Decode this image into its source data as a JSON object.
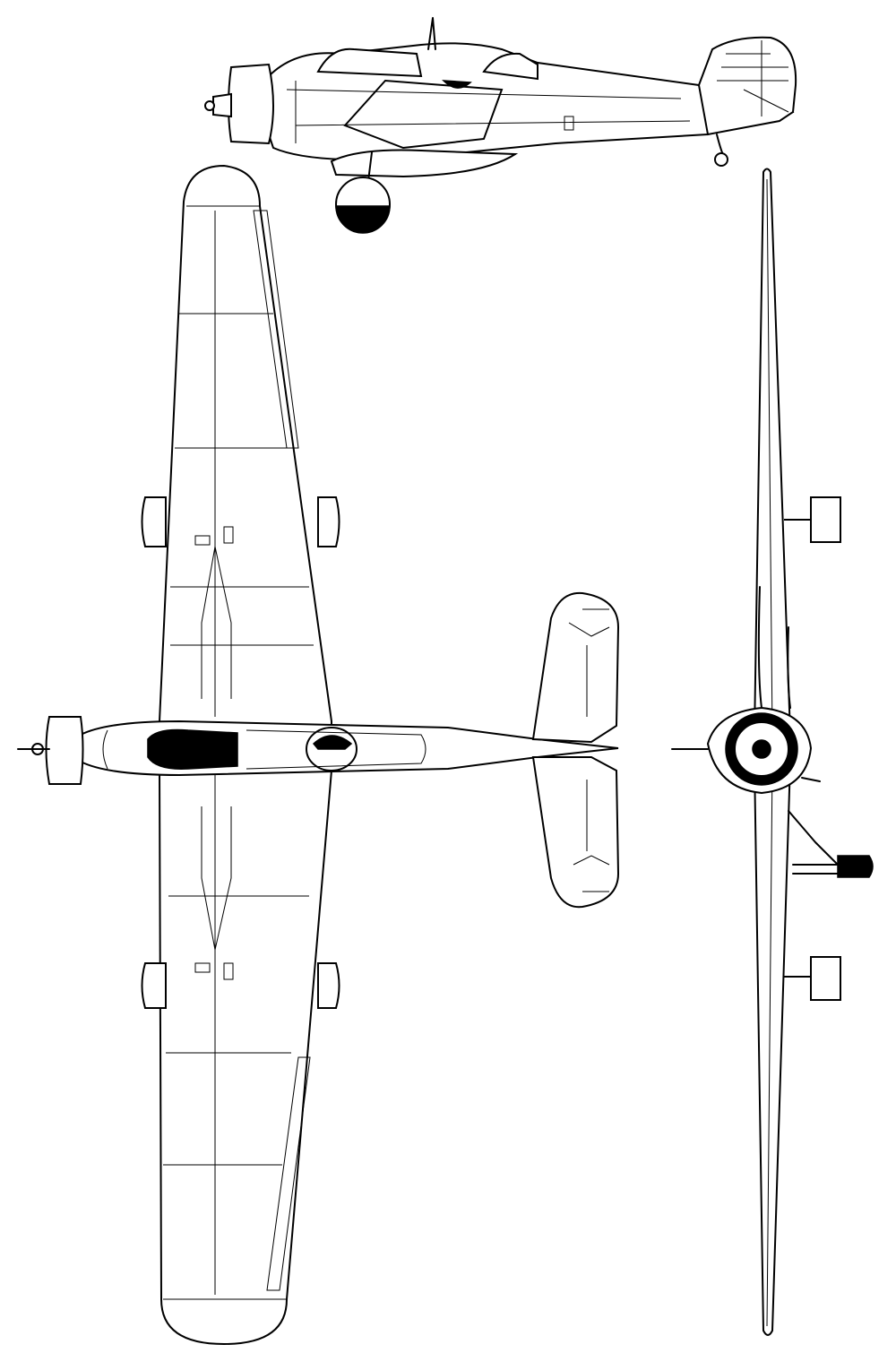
{
  "drawing": {
    "views": [
      "side",
      "top",
      "front"
    ],
    "line_color": "#000000",
    "background_color": "#ffffff"
  }
}
